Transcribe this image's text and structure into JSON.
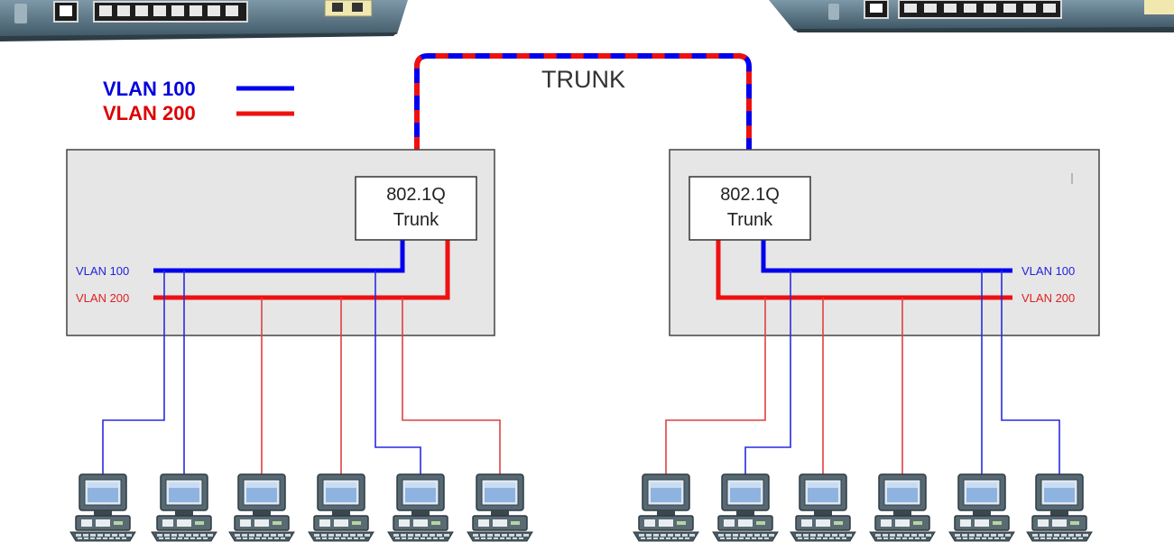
{
  "legend": {
    "vlan100_label": "VLAN 100",
    "vlan200_label": "VLAN 200"
  },
  "trunk_label": "TRUNK",
  "colors": {
    "vlan100": "#0000ee",
    "vlan200": "#ee1111",
    "vlan100_thin": "#2a2ae0",
    "vlan200_thin": "#e04040",
    "switch_fill": "#e6e6e6",
    "switch_stroke": "#444444",
    "device_body": "#5a6b74"
  },
  "left_switch": {
    "trunk_box_line1": "802.1Q",
    "trunk_box_line2": "Trunk",
    "vlan100_label": "VLAN 100",
    "vlan200_label": "VLAN 200"
  },
  "right_switch": {
    "trunk_box_line1": "802.1Q",
    "trunk_box_line2": "Trunk",
    "vlan100_label": "VLAN 100",
    "vlan200_label": "VLAN 200"
  },
  "left_hosts": [
    "VLAN 100",
    "VLAN 100",
    "VLAN 200",
    "VLAN 200",
    "VLAN 100",
    "VLAN 200"
  ],
  "right_hosts": [
    "VLAN 200",
    "VLAN 100",
    "VLAN 200",
    "VLAN 200",
    "VLAN 100",
    "VLAN 100"
  ]
}
